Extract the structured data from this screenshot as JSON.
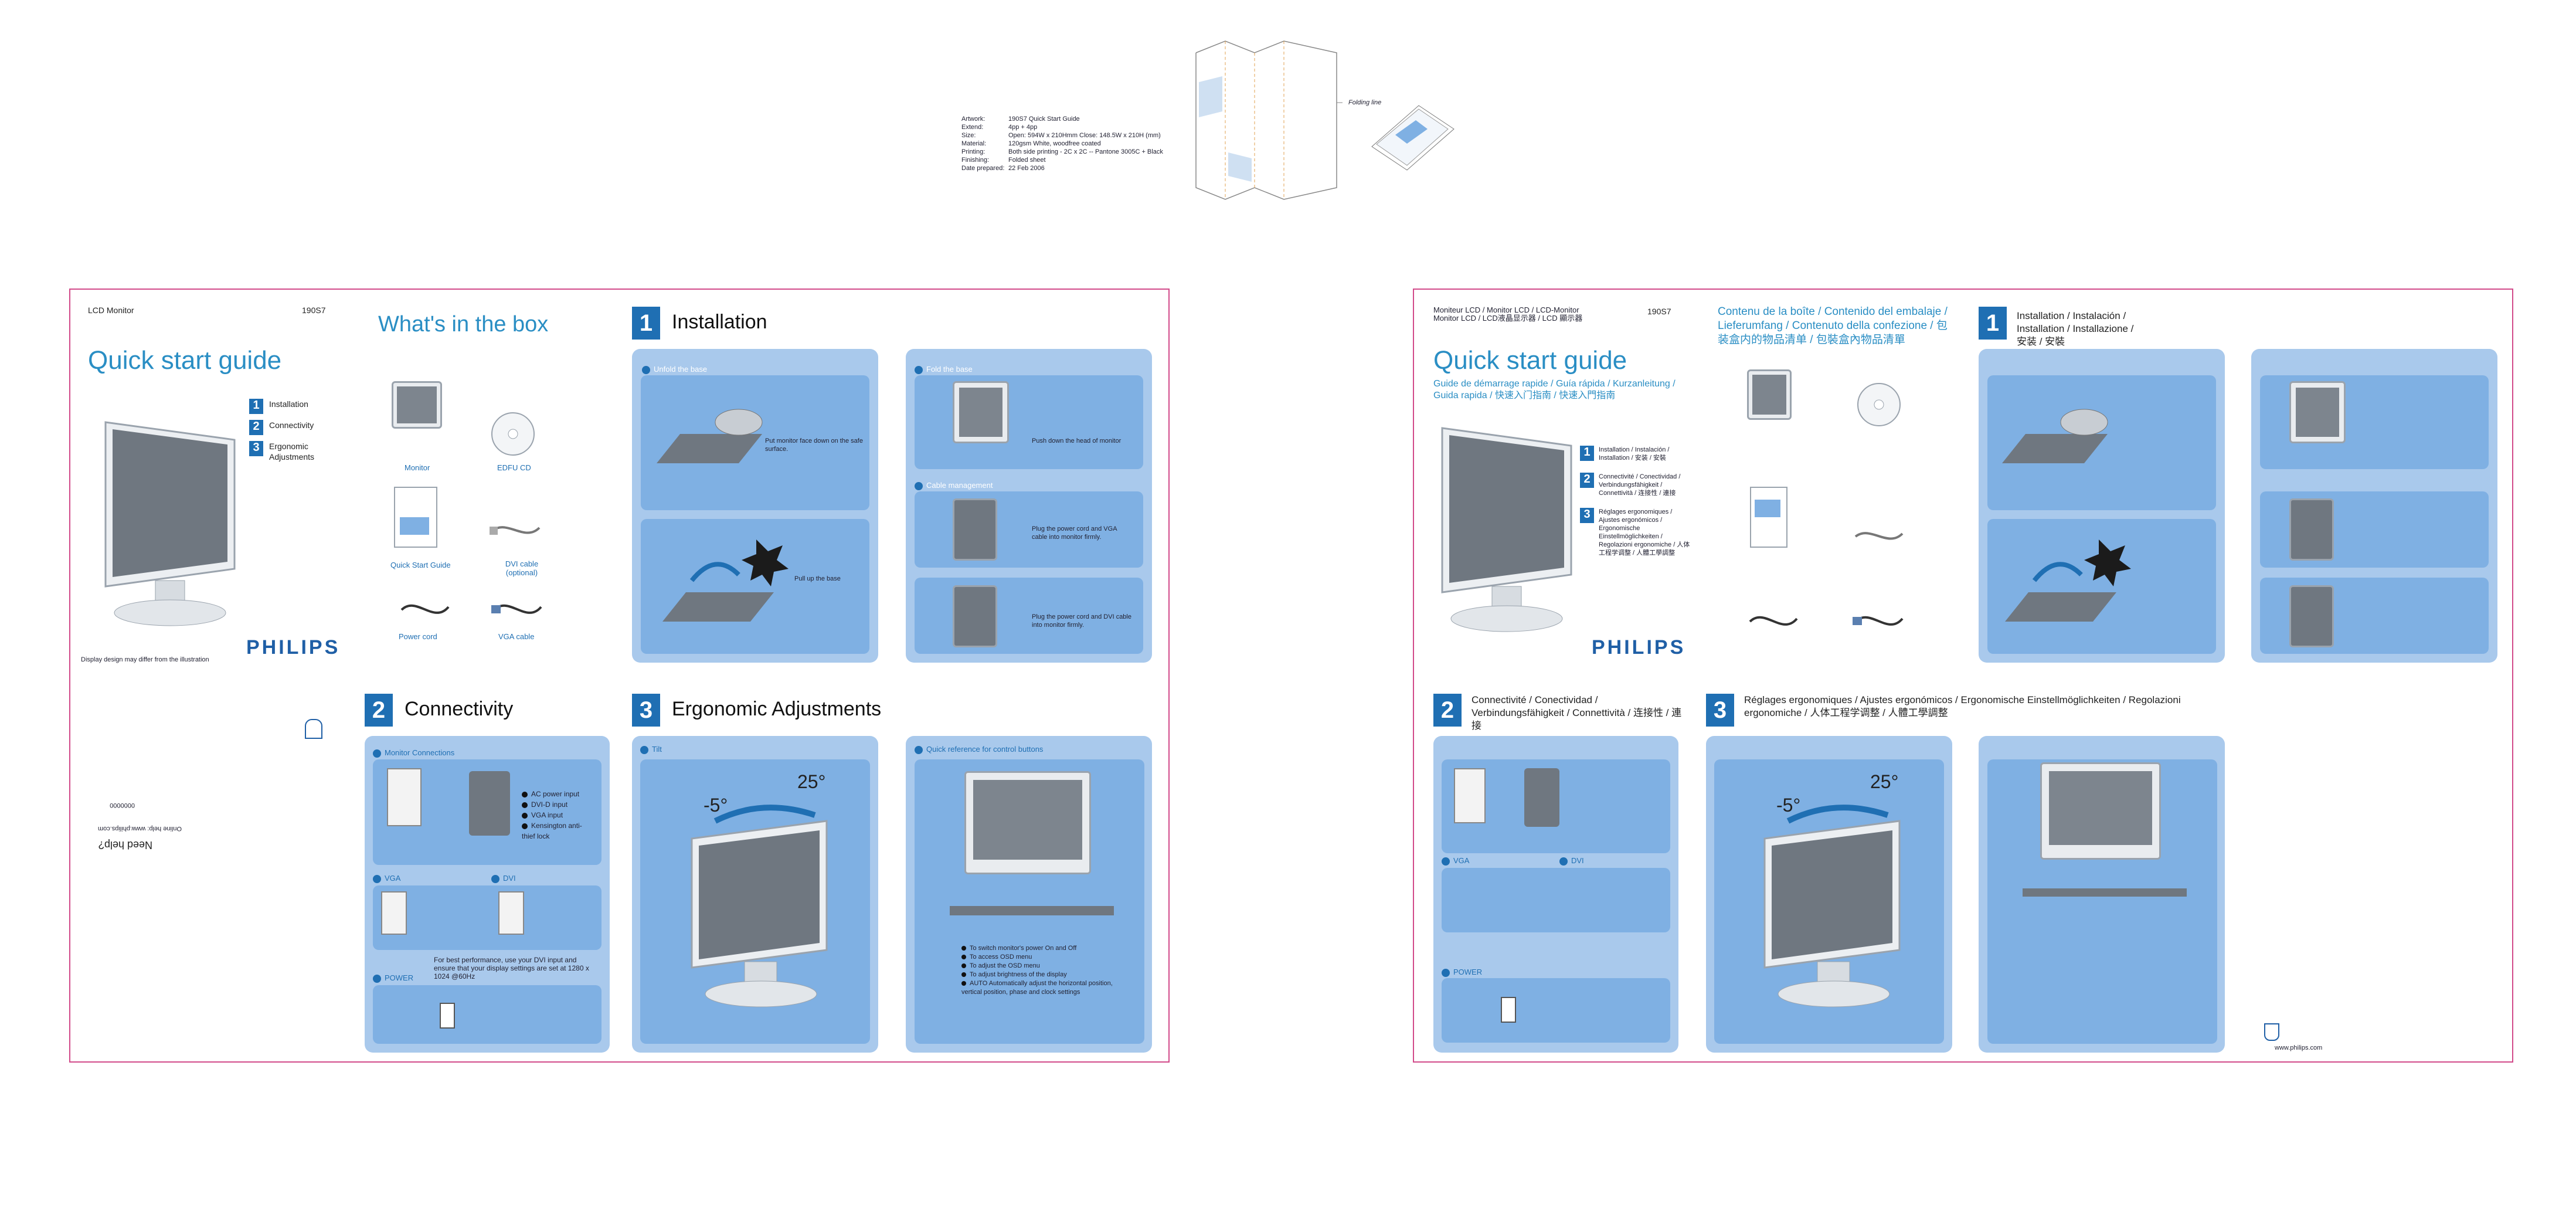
{
  "spec": {
    "rows": [
      {
        "label": "Artwork:",
        "value": "190S7 Quick Start Guide"
      },
      {
        "label": "Extend:",
        "value": "4pp + 4pp"
      },
      {
        "label": "Size:",
        "value": "Open: 594W x 210Hmm   Close: 148.5W x 210H (mm)"
      },
      {
        "label": "Material:",
        "value": "120gsm White, woodfree coated"
      },
      {
        "label": "Printing:",
        "value": "Both side printing - 2C x 2C -- Pantone 3005C + Black"
      },
      {
        "label": "Finishing:",
        "value": "Folded sheet"
      },
      {
        "label": "Date prepared:",
        "value": "22 Feb 2006"
      }
    ],
    "folding_label": "Folding line"
  },
  "left": {
    "header_left": "LCD Monitor",
    "header_right": "190S7",
    "title": "Quick start guide",
    "toc": [
      {
        "num": "1",
        "label": "Installation"
      },
      {
        "num": "2",
        "label": "Connectivity"
      },
      {
        "num": "3",
        "label": "Ergonomic Adjustments"
      }
    ],
    "display_note": "Display design may differ from the illustration",
    "brand": "PHILIPS",
    "box_title": "What's in the box",
    "box_items": [
      "Monitor",
      "EDFU CD",
      "Quick Start Guide",
      "DVI cable (optional)",
      "Power cord",
      "VGA cable"
    ],
    "install_num": "1",
    "install_title": "Installation",
    "install_A": "Unfold the base",
    "install_A_text": "Put monitor face down on the safe surface.",
    "install_A2_text": "Pull up the base",
    "install_B": "Fold the base",
    "install_B_text": "Push down the head of monitor",
    "install_C": "Cable management",
    "install_C_text": "Plug the power cord and VGA cable into monitor firmly.",
    "install_C2_text": "Plug the power cord and DVI cable into monitor firmly.",
    "conn_num": "2",
    "conn_title": "Connectivity",
    "conn_A": "Monitor Connections",
    "conn_A_items": [
      "AC power input",
      "DVI-D input",
      "VGA input",
      "Kensington anti-thief lock"
    ],
    "conn_B": "VGA",
    "conn_C": "DVI",
    "conn_note": "For best performance, use your DVI input and ensure that your display settings are set at 1280 x 1024 @60Hz",
    "conn_D": "POWER",
    "ergo_num": "3",
    "ergo_title": "Ergonomic Adjustments",
    "ergo_A": "Tilt",
    "tilt_neg": "-5°",
    "tilt_pos": "25°",
    "ergo_B": "Quick reference for control buttons",
    "buttons": [
      "To switch monitor's power On and Off",
      "To access OSD menu",
      "To adjust the OSD menu",
      "To adjust brightness of the display",
      "AUTO Automatically adjust the horizontal position, vertical position, phase and clock settings"
    ],
    "back_need_help": "Need help?",
    "back_text": "Online help: www.philips.com",
    "back_code": "0000000"
  },
  "right": {
    "header_left": "Moniteur LCD / Monitor LCD / LCD-Monitor",
    "header_left2": "Monitor LCD / LCD液晶显示器 / LCD 顯示器",
    "header_right": "190S7",
    "title": "Quick start guide",
    "subtitle": "Guide de démarrage rapide / Guía rápida / Kurzanleitung / Guida rapida / 快速入门指南 / 快速入門指南",
    "toc": [
      {
        "num": "1",
        "label": "Installation / Instalación / Installation / 安装 / 安裝"
      },
      {
        "num": "2",
        "label": "Connectivité / Conectividad / Verbindungsfähigkeit / Connettività / 连接性 / 連接"
      },
      {
        "num": "3",
        "label": "Réglages ergonomiques / Ajustes ergonómicos / Ergonomische Einstellmöglichkeiten / Regolazioni ergonomiche / 人体工程学调整 / 人體工學調整"
      }
    ],
    "brand": "PHILIPS",
    "box_title": "Contenu de la boîte / Contenido del embalaje / Lieferumfang / Contenuto della confezione / 包装盒内的物品清单 / 包裝盒內物品清單",
    "install_num": "1",
    "install_title": "Installation / Instalación / Installation / Installazione / 安装 / 安裝",
    "conn_num": "2",
    "conn_title": "Connectivité / Conectividad / Verbindungsfähigkeit / Connettività / 连接性 / 連接",
    "ergo_num": "3",
    "ergo_title": "Réglages ergonomiques / Ajustes ergonómicos / Ergonomische Einstellmöglichkeiten / Regolazioni ergonomiche / 人体工程学调整 / 人體工學調整",
    "tilt_neg": "-5°",
    "tilt_pos": "25°",
    "conn_B": "VGA",
    "conn_C": "DVI",
    "conn_D": "POWER",
    "footer": "www.philips.com"
  }
}
